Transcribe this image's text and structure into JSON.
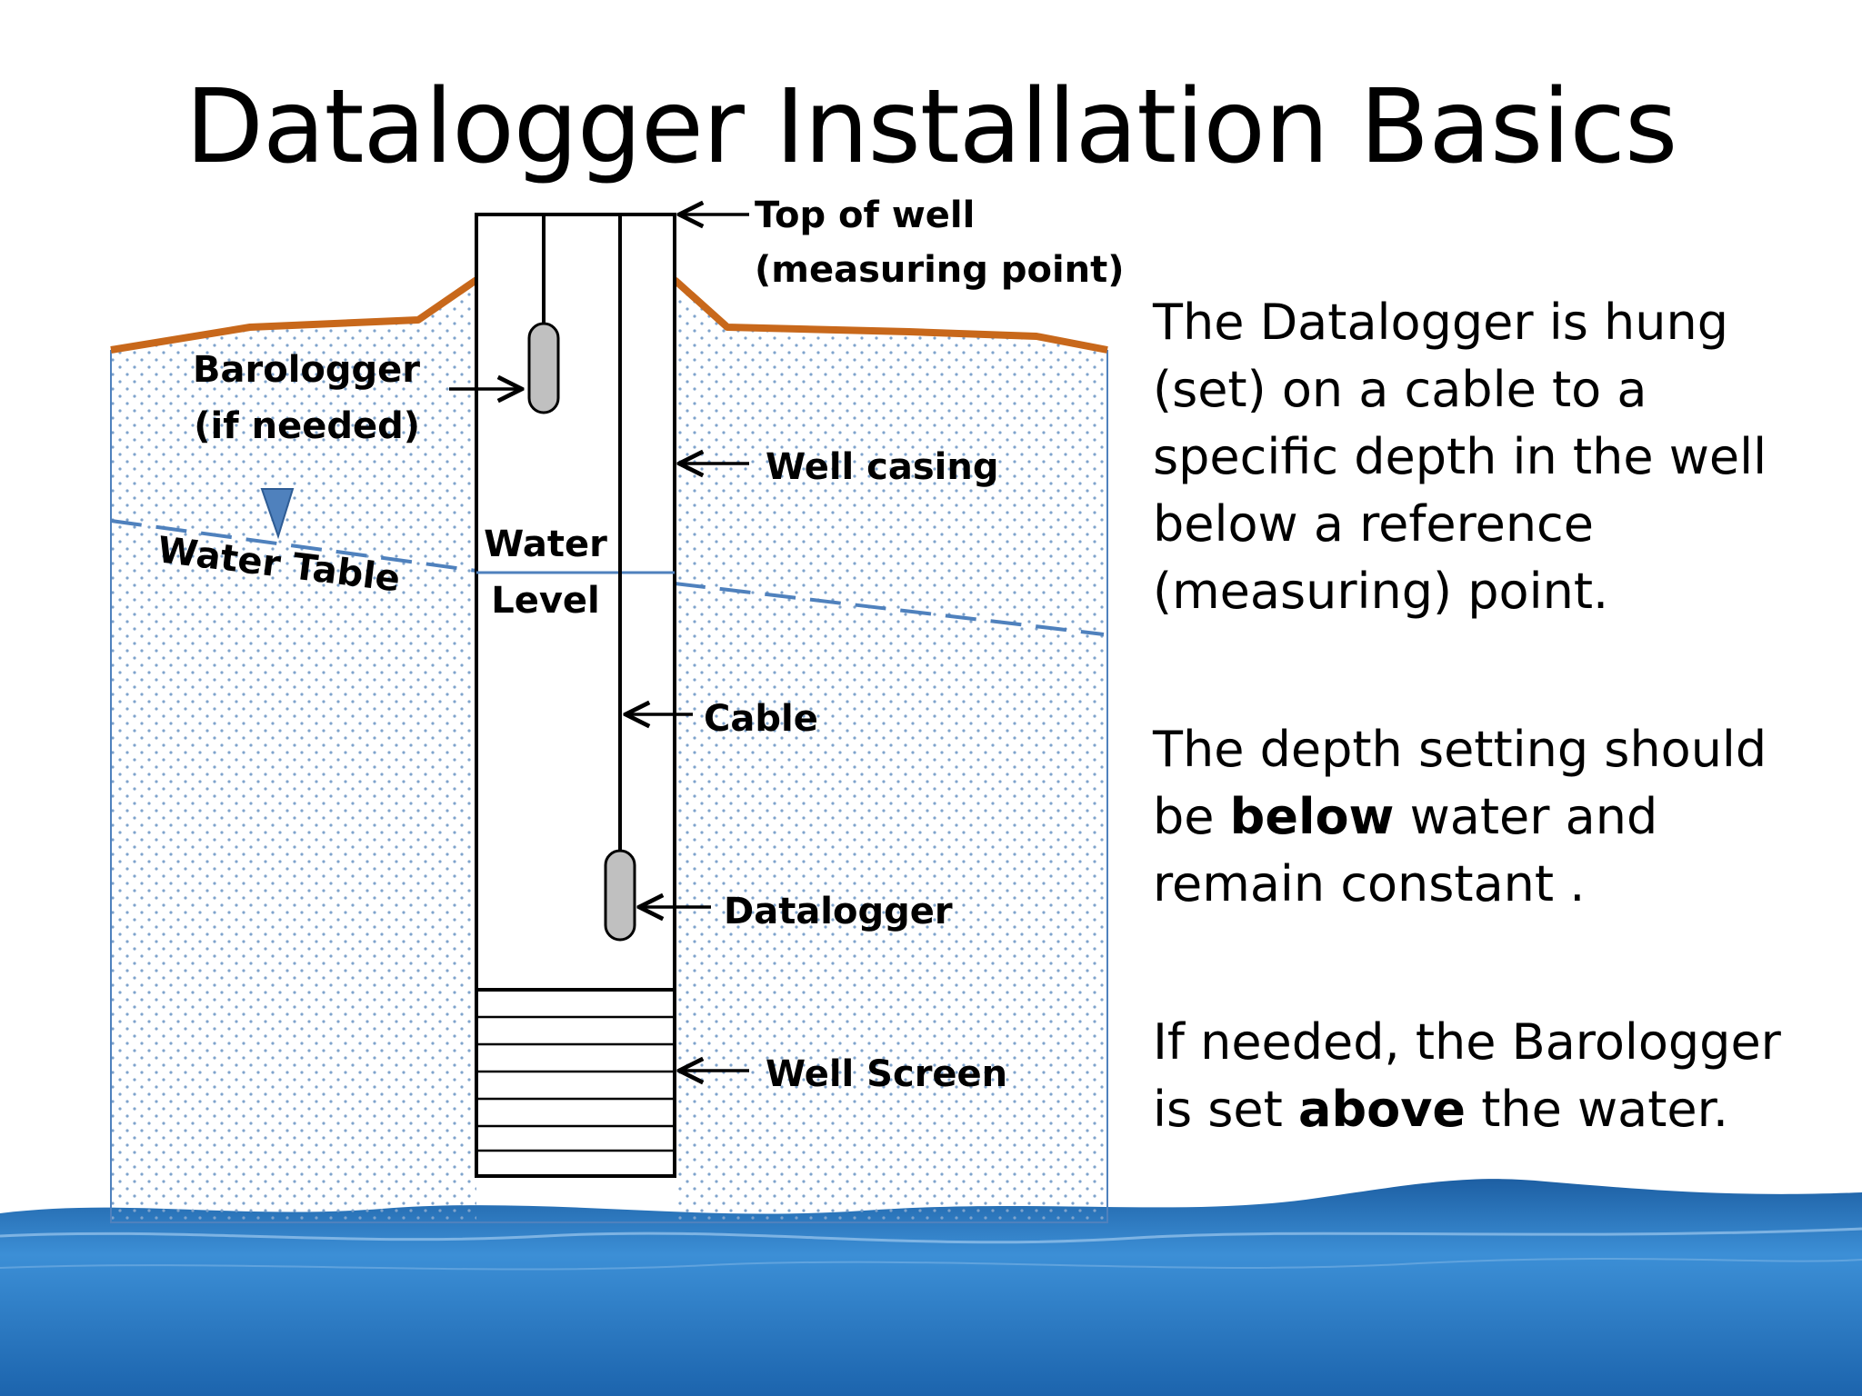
{
  "title": "Datalogger Installation Basics",
  "diagram": {
    "labels": {
      "top_of_well_line1": "Top of well",
      "top_of_well_line2": "(measuring point)",
      "barologger_line1": "Barologger",
      "barologger_line2": "(if needed)",
      "well_casing": "Well casing",
      "water_table": "Water Table",
      "water_level_line1": "Water",
      "water_level_line2": "Level",
      "cable": "Cable",
      "datalogger": "Datalogger",
      "well_screen": "Well Screen"
    },
    "colors": {
      "ground_surface": "#c8681b",
      "water": "#4f81bd",
      "soil_dots": "#7fa3cc",
      "logger_fill": "#c0c0c0",
      "water_band": "#2f7fc4"
    }
  },
  "bullets": [
    {
      "before": "The Datalogger is hung (set) on a cable to a specific depth in the well below a reference (measuring) point.",
      "bold": "",
      "after": ""
    },
    {
      "before": "The depth setting should be ",
      "bold": "below",
      "after": " water and remain constant ."
    },
    {
      "before": "If needed, the Barologger is set ",
      "bold": "above",
      "after": " the water."
    }
  ]
}
